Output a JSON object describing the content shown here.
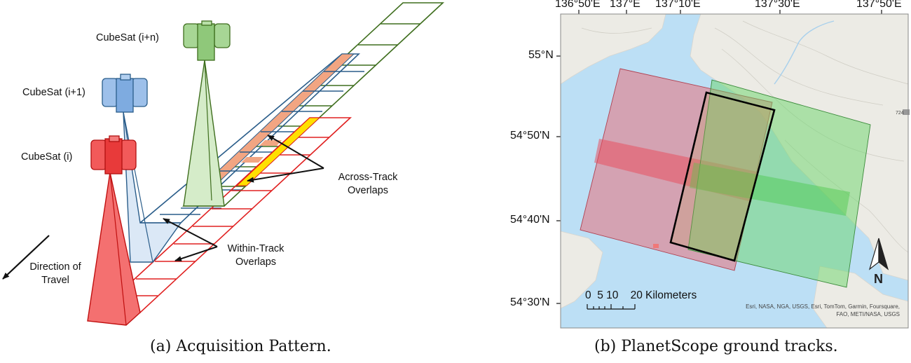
{
  "panel_a": {
    "caption": "(a) Acquisition Pattern.",
    "satellites": [
      {
        "label": "CubeSat (i+n)",
        "color": "#9fd08a"
      },
      {
        "label": "CubeSat  (i+1)",
        "color": "#9dc0ea"
      },
      {
        "label": "CubeSat  (i)",
        "color": "#f25a5a"
      }
    ],
    "annotations": {
      "across_track": [
        "Across-Track",
        "Overlaps"
      ],
      "within_track": [
        "Within-Track",
        "Overlaps"
      ],
      "direction": [
        "Direction of",
        "Travel"
      ]
    },
    "colors": {
      "red": "#e02020",
      "blue": "#2a5d8a",
      "green": "#3f6e1e",
      "overlap": "#f2a582",
      "highlight": "#ffe000"
    }
  },
  "panel_b": {
    "caption": "(b) PlanetScope ground tracks.",
    "lon_labels": [
      "136°50'E",
      "137°E",
      "137°10'E",
      "137°30'E",
      "137°50'E"
    ],
    "lat_labels": [
      "55°N",
      "54°50'N",
      "54°40'N",
      "54°30'N"
    ],
    "scale_bar": {
      "ticks": "0  5 10    20",
      "unit": "Kilometers"
    },
    "credits": [
      "Esri, NASA, NGA, USGS, Esri, TomTom, Garmin, Foursquare,",
      "FAO, METI/NASA, USGS"
    ],
    "north": "N",
    "elevation_label": "724",
    "colors": {
      "water": "#bcdff5",
      "land": "#efeee9",
      "red_track": "#e8707a",
      "green_track": "#6ad66a",
      "outline": "#000000"
    }
  }
}
